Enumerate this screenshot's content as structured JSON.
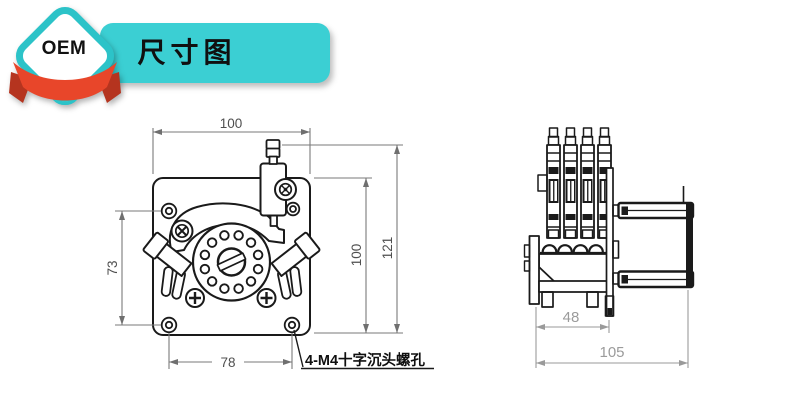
{
  "badge": {
    "label": "OEM"
  },
  "banner": {
    "title": "尺寸图"
  },
  "front_view": {
    "dim_top_width": "100",
    "dim_left_height": "73",
    "dim_right_height": "100",
    "dim_overall_height": "121",
    "dim_bottom_width": "78",
    "callout_label": "4-M4十字沉头螺孔"
  },
  "side_view": {
    "dim_head_depth": "48",
    "dim_overall_depth": "105"
  },
  "colors": {
    "banner_teal": "#3bcfd3",
    "badge_border_teal": "#2cc3c8",
    "ribbon_red": "#e8462a",
    "ribbon_dark_red": "#b5341f",
    "part_line": "#1a1a1a",
    "dim_line_front": "#7a7a7a",
    "dim_line_side": "#9a9a9a"
  }
}
